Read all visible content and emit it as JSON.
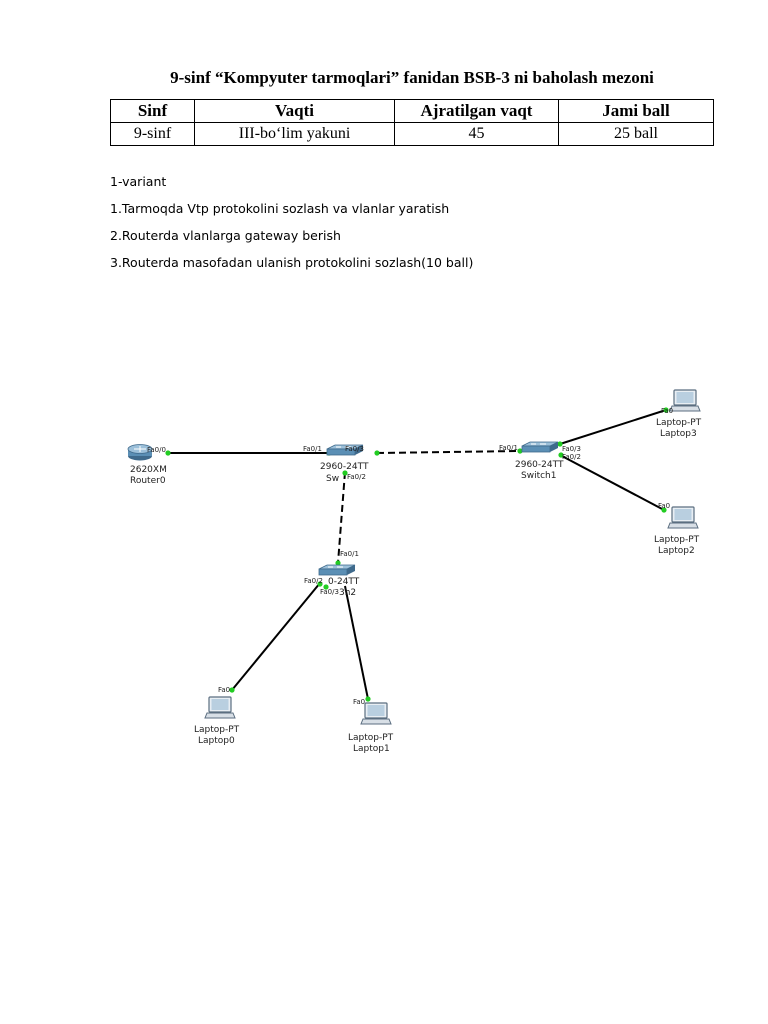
{
  "title": "9-sinf “Kompyuter tarmoqlari” fanidan  BSB-3 ni baholash mezoni",
  "table": {
    "headers": [
      "Sinf",
      "Vaqti",
      "Ajratilgan vaqt",
      "Jami ball"
    ],
    "row": [
      "9-sinf",
      "III-bo‘lim yakuni",
      "45",
      "25 ball"
    ]
  },
  "variant": "1-variant",
  "tasks": [
    "1.Tarmoqda Vtp protokolini sozlash va vlanlar yaratish",
    "2.Routerda vlanlarga gateway berish",
    "3.Routerda masofadan ulanish protokolini sozlash(10 ball)"
  ],
  "diagram": {
    "devices": {
      "router0": {
        "model": "2620XM",
        "name": "Router0"
      },
      "switch0": {
        "model": "2960-24TT",
        "name": "Sw"
      },
      "switch1": {
        "model": "2960-24TT",
        "name": "Switch1"
      },
      "switch2": {
        "model": "0-24TT",
        "name": "3h2"
      },
      "laptop0": {
        "model": "Laptop-PT",
        "name": "Laptop0"
      },
      "laptop1": {
        "model": "Laptop-PT",
        "name": "Laptop1"
      },
      "laptop2": {
        "model": "Laptop-PT",
        "name": "Laptop2"
      },
      "laptop3": {
        "model": "Laptop-PT",
        "name": "Laptop3"
      }
    },
    "ports": {
      "r0_fa0_0": "Fa0/0",
      "s0_fa0_1": "Fa0/1",
      "s0_fa0_3": "Fa0/3",
      "s0_fa0_2": "Fa0/2",
      "s1_fa0_1": "Fa0/1",
      "s1_fa0_3": "Fa0/3",
      "s1_fa0_2": "Fa0/2",
      "s2_fa0_1": "Fa0/1",
      "s2_fa0_2": "Fa0/2",
      "s2_fa0_3": "Fa0/3",
      "l0_fa0": "Fa0",
      "l1_fa0": "Fa0",
      "l2_fa0": "Fa0",
      "l3_fa0": "Fa0"
    },
    "colors": {
      "link": "#000000",
      "port_dot": "#22cc22",
      "device": "#5b8fb5"
    }
  }
}
